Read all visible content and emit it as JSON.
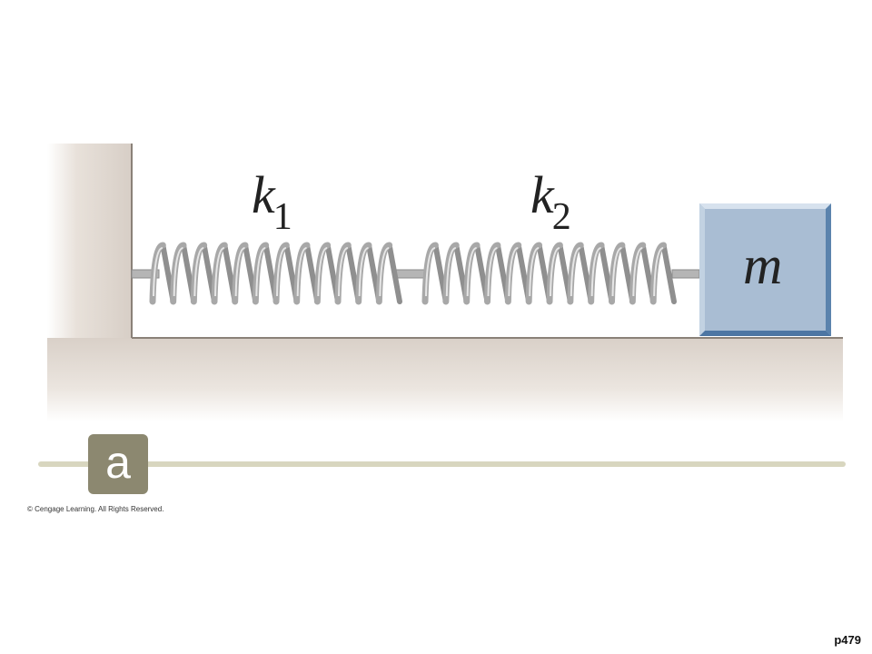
{
  "diagram": {
    "spring1_label": "k",
    "spring1_subscript": "1",
    "spring2_label": "k",
    "spring2_subscript": "2",
    "mass_label": "m",
    "panel_label": "a",
    "copyright": "© Cengage Learning. All Rights Reserved.",
    "page_number": "p479"
  },
  "colors": {
    "wall": "#ddd5ce",
    "floor": "#e2dad3",
    "mass_fill": "#a9bdd3",
    "mass_edge": "#5b83ad",
    "spring": "#a8a8a8",
    "badge": "#8c8870",
    "divider": "#d8d6bf"
  },
  "icons": {
    "spring1": "coil-spring-icon",
    "spring2": "coil-spring-icon"
  }
}
